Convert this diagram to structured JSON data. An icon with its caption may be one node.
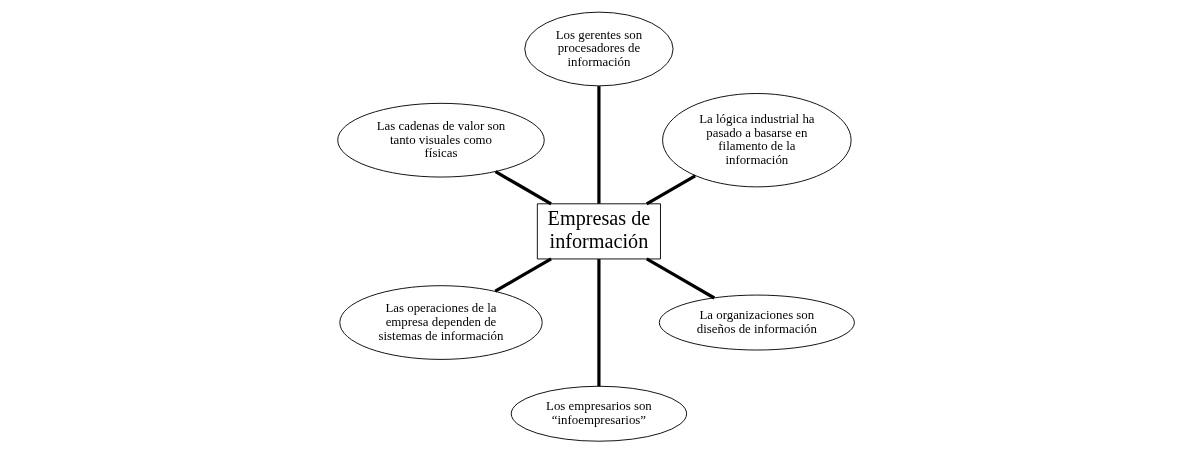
{
  "diagram": {
    "nodes": [
      {
        "text": [
          "La lógica industrial ha pasado a basarse en filamento de la información"
        ]
      },
      {
        "text": [
          "Los gerentes son procesadores de información"
        ]
      },
      {
        "text": [
          "Las cadenas de valor son tanto visuales como físicas"
        ]
      },
      {
        "text": [
          "Empresas de información"
        ]
      },
      {
        "text": [
          "Las operaciones de la empresa dependen de sistemas de información"
        ]
      },
      {
        "text": [
          "Los empresarios son “infoempresarios”"
        ]
      },
      {
        "text": [
          "La organizaciones son diseños de información"
        ]
      }
    ],
    "edges": [
      {
        "from": 3,
        "to": 0,
        "arrow": "none"
      },
      {
        "from": 3,
        "to": 1,
        "arrow": "none"
      },
      {
        "from": 3,
        "to": 4,
        "arrow": "none"
      },
      {
        "from": 3,
        "to": 6,
        "arrow": "none"
      },
      {
        "from": 3,
        "to": 5,
        "arrow": "none"
      },
      {
        "from": 3,
        "to": 2,
        "arrow": "none"
      }
    ]
  }
}
